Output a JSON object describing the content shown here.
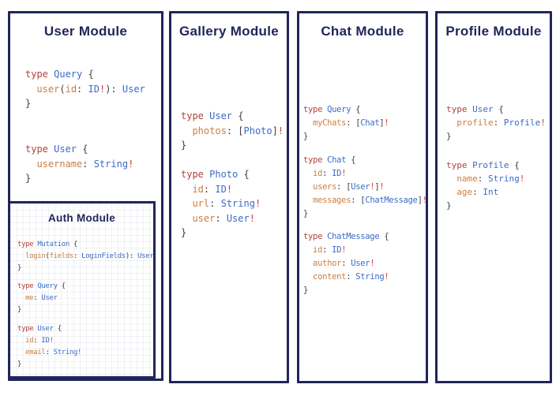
{
  "colors": {
    "navy": "#21265a",
    "keyword": "#b0433c",
    "type": "#3b6bc5",
    "field": "#ca7f42",
    "punct": "#3c3f44",
    "bang": "#cf3e36"
  },
  "modules": {
    "user": {
      "title": "User Module",
      "blocks": [
        [
          [
            [
              "type ",
              "k"
            ],
            [
              "Query",
              "t"
            ],
            [
              " {",
              "p"
            ]
          ],
          [
            [
              "  ",
              "p"
            ],
            [
              "user",
              "f"
            ],
            [
              "(",
              "p"
            ],
            [
              "id",
              "f"
            ],
            [
              ": ",
              "p"
            ],
            [
              "ID",
              "t"
            ],
            [
              "!",
              "b"
            ],
            [
              "): ",
              "p"
            ],
            [
              "User",
              "t"
            ]
          ],
          [
            [
              "}",
              "p"
            ]
          ]
        ],
        [
          [
            [
              "type ",
              "k"
            ],
            [
              "User",
              "t"
            ],
            [
              " {",
              "p"
            ]
          ],
          [
            [
              "  ",
              "p"
            ],
            [
              "username",
              "f"
            ],
            [
              ": ",
              "p"
            ],
            [
              "String",
              "t"
            ],
            [
              "!",
              "b"
            ]
          ],
          [
            [
              "}",
              "p"
            ]
          ]
        ]
      ]
    },
    "auth": {
      "title": "Auth Module",
      "blocks": [
        [
          [
            [
              "type ",
              "k"
            ],
            [
              "Mutation",
              "t"
            ],
            [
              " {",
              "p"
            ]
          ],
          [
            [
              "  ",
              "p"
            ],
            [
              "login",
              "f"
            ],
            [
              "(",
              "p"
            ],
            [
              "fields",
              "f"
            ],
            [
              ": ",
              "p"
            ],
            [
              "LoginFields",
              "t"
            ],
            [
              "): ",
              "p"
            ],
            [
              "User",
              "t"
            ]
          ],
          [
            [
              "}",
              "p"
            ]
          ]
        ],
        [
          [
            [
              "type ",
              "k"
            ],
            [
              "Query",
              "t"
            ],
            [
              " {",
              "p"
            ]
          ],
          [
            [
              "  ",
              "p"
            ],
            [
              "me",
              "f"
            ],
            [
              ": ",
              "p"
            ],
            [
              "User",
              "t"
            ]
          ],
          [
            [
              "}",
              "p"
            ]
          ]
        ],
        [
          [
            [
              "type ",
              "k"
            ],
            [
              "User",
              "t"
            ],
            [
              " {",
              "p"
            ]
          ],
          [
            [
              "  ",
              "p"
            ],
            [
              "id",
              "f"
            ],
            [
              ": ",
              "p"
            ],
            [
              "ID",
              "t"
            ],
            [
              "!",
              "b"
            ]
          ],
          [
            [
              "  ",
              "p"
            ],
            [
              "email",
              "f"
            ],
            [
              ": ",
              "p"
            ],
            [
              "String",
              "t"
            ],
            [
              "!",
              "b"
            ]
          ],
          [
            [
              "}",
              "p"
            ]
          ]
        ]
      ]
    },
    "gallery": {
      "title": "Gallery Module",
      "blocks": [
        [
          [
            [
              "type ",
              "k"
            ],
            [
              "User",
              "t"
            ],
            [
              " {",
              "p"
            ]
          ],
          [
            [
              "  ",
              "p"
            ],
            [
              "photos",
              "f"
            ],
            [
              ": ",
              "p"
            ],
            [
              "[",
              "p"
            ],
            [
              "Photo",
              "t"
            ],
            [
              "]",
              "p"
            ],
            [
              "!",
              "b"
            ]
          ],
          [
            [
              "}",
              "p"
            ]
          ]
        ],
        [
          [
            [
              "type ",
              "k"
            ],
            [
              "Photo",
              "t"
            ],
            [
              " {",
              "p"
            ]
          ],
          [
            [
              "  ",
              "p"
            ],
            [
              "id",
              "f"
            ],
            [
              ": ",
              "p"
            ],
            [
              "ID",
              "t"
            ],
            [
              "!",
              "b"
            ]
          ],
          [
            [
              "  ",
              "p"
            ],
            [
              "url",
              "f"
            ],
            [
              ": ",
              "p"
            ],
            [
              "String",
              "t"
            ],
            [
              "!",
              "b"
            ]
          ],
          [
            [
              "  ",
              "p"
            ],
            [
              "user",
              "f"
            ],
            [
              ": ",
              "p"
            ],
            [
              "User",
              "t"
            ],
            [
              "!",
              "b"
            ]
          ],
          [
            [
              "}",
              "p"
            ]
          ]
        ]
      ]
    },
    "chat": {
      "title": "Chat Module",
      "blocks": [
        [
          [
            [
              "type ",
              "k"
            ],
            [
              "Query",
              "t"
            ],
            [
              " {",
              "p"
            ]
          ],
          [
            [
              "  ",
              "p"
            ],
            [
              "myChats",
              "f"
            ],
            [
              ": ",
              "p"
            ],
            [
              "[",
              "p"
            ],
            [
              "Chat",
              "t"
            ],
            [
              "]",
              "p"
            ],
            [
              "!",
              "b"
            ]
          ],
          [
            [
              "}",
              "p"
            ]
          ]
        ],
        [
          [
            [
              "type ",
              "k"
            ],
            [
              "Chat",
              "t"
            ],
            [
              " {",
              "p"
            ]
          ],
          [
            [
              "  ",
              "p"
            ],
            [
              "id",
              "f"
            ],
            [
              ": ",
              "p"
            ],
            [
              "ID",
              "t"
            ],
            [
              "!",
              "b"
            ]
          ],
          [
            [
              "  ",
              "p"
            ],
            [
              "users",
              "f"
            ],
            [
              ": ",
              "p"
            ],
            [
              "[",
              "p"
            ],
            [
              "User",
              "t"
            ],
            [
              "!",
              "b"
            ],
            [
              "]",
              "p"
            ],
            [
              "!",
              "b"
            ]
          ],
          [
            [
              "  ",
              "p"
            ],
            [
              "messages",
              "f"
            ],
            [
              ": ",
              "p"
            ],
            [
              "[",
              "p"
            ],
            [
              "ChatMessage",
              "t"
            ],
            [
              "]",
              "p"
            ],
            [
              "!",
              "b"
            ]
          ],
          [
            [
              "}",
              "p"
            ]
          ]
        ],
        [
          [
            [
              "type ",
              "k"
            ],
            [
              "ChatMessage",
              "t"
            ],
            [
              " {",
              "p"
            ]
          ],
          [
            [
              "  ",
              "p"
            ],
            [
              "id",
              "f"
            ],
            [
              ": ",
              "p"
            ],
            [
              "ID",
              "t"
            ],
            [
              "!",
              "b"
            ]
          ],
          [
            [
              "  ",
              "p"
            ],
            [
              "author",
              "f"
            ],
            [
              ": ",
              "p"
            ],
            [
              "User",
              "t"
            ],
            [
              "!",
              "b"
            ]
          ],
          [
            [
              "  ",
              "p"
            ],
            [
              "content",
              "f"
            ],
            [
              ": ",
              "p"
            ],
            [
              "String",
              "t"
            ],
            [
              "!",
              "b"
            ]
          ],
          [
            [
              "}",
              "p"
            ]
          ]
        ]
      ]
    },
    "profile": {
      "title": "Profile Module",
      "blocks": [
        [
          [
            [
              "type ",
              "k"
            ],
            [
              "User",
              "t"
            ],
            [
              " {",
              "p"
            ]
          ],
          [
            [
              "  ",
              "p"
            ],
            [
              "profile",
              "f"
            ],
            [
              ": ",
              "p"
            ],
            [
              "Profile",
              "t"
            ],
            [
              "!",
              "b"
            ]
          ],
          [
            [
              "}",
              "p"
            ]
          ]
        ],
        [
          [
            [
              "type ",
              "k"
            ],
            [
              "Profile",
              "t"
            ],
            [
              " {",
              "p"
            ]
          ],
          [
            [
              "  ",
              "p"
            ],
            [
              "name",
              "f"
            ],
            [
              ": ",
              "p"
            ],
            [
              "String",
              "t"
            ],
            [
              "!",
              "b"
            ]
          ],
          [
            [
              "  ",
              "p"
            ],
            [
              "age",
              "f"
            ],
            [
              ": ",
              "p"
            ],
            [
              "Int",
              "t"
            ]
          ],
          [
            [
              "}",
              "p"
            ]
          ]
        ]
      ]
    }
  }
}
